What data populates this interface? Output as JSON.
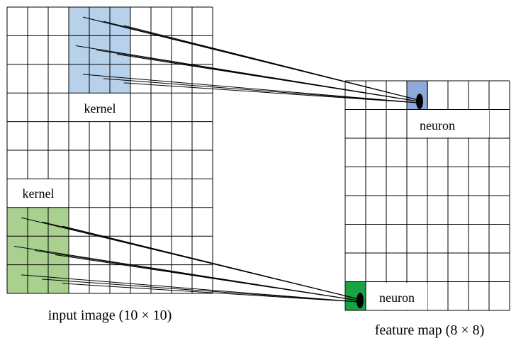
{
  "input_grid": {
    "size": 10,
    "caption": "input image (10 × 10)",
    "kernel_top_label": "kernel",
    "kernel_bottom_label": "kernel",
    "kernel_top_color": "#b8d1ea",
    "kernel_bottom_color": "#a9d08e"
  },
  "feature_map": {
    "size": 8,
    "caption": "feature map (8 × 8)",
    "neuron_top_label": "neuron",
    "neuron_bottom_label": "neuron",
    "neuron_top_color": "#8eaadb",
    "neuron_bottom_color": "#1aa344"
  },
  "colors": {
    "grid_line": "#000000",
    "background": "#ffffff",
    "connection_line": "#000000",
    "dot": "#000000"
  }
}
